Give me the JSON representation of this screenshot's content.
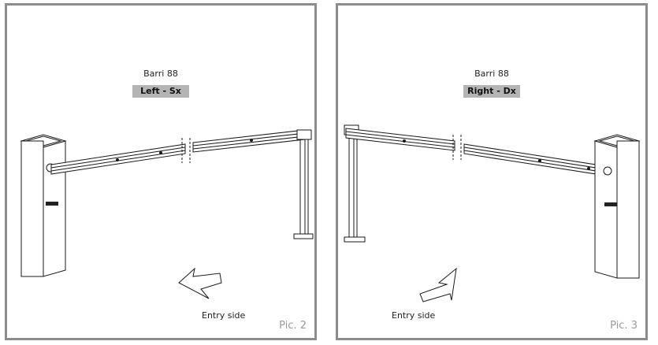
{
  "panels": [
    {
      "id": "left",
      "model": "Barri 88",
      "side": "Left - Sx",
      "entry_label": "Entry side",
      "pic_label": "Pic. 2"
    },
    {
      "id": "right",
      "model": "Barri 88",
      "side": "Right - Dx",
      "entry_label": "Entry side",
      "pic_label": "Pic. 3"
    }
  ],
  "colors": {
    "frame_border": "#8c8c8c",
    "badge_fill": "#b4b4b4",
    "line": "#1a1a1a",
    "pic_label": "#9a9a9a"
  },
  "icons": [
    "barrier-cabinet-icon",
    "boom-arm-icon",
    "support-post-icon",
    "entry-arrow-icon",
    "badge-logo-icon"
  ]
}
